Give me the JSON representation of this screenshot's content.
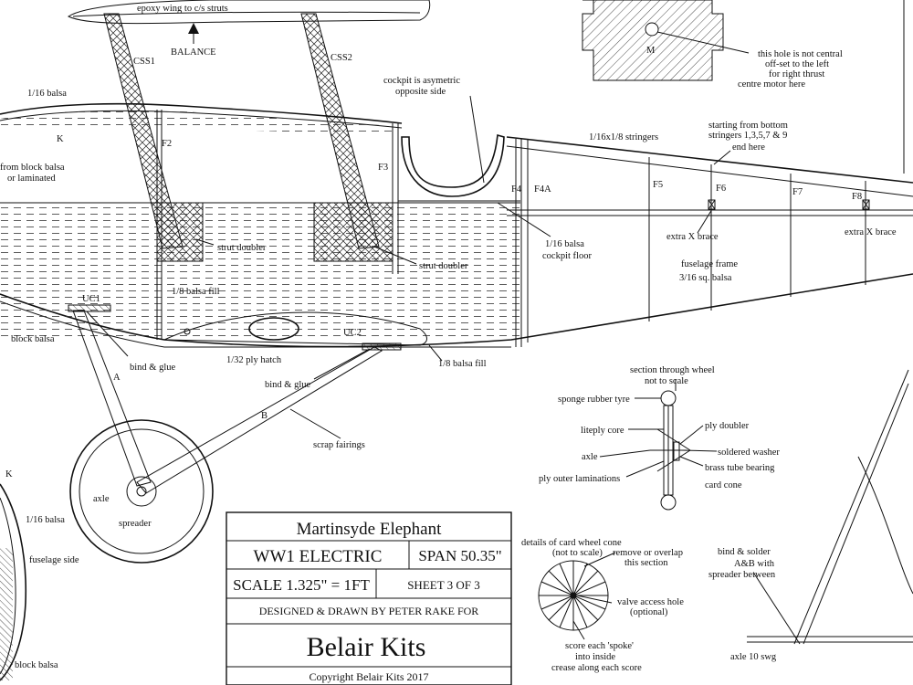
{
  "title_block": {
    "model_name": "Martinsyde Elephant",
    "subtitle": "WW1 ELECTRIC",
    "span": "SPAN 50.35\"",
    "scale": "SCALE 1.325\" = 1FT",
    "sheet": "SHEET 3 OF 3",
    "designer": "DESIGNED & DRAWN BY PETER RAKE FOR",
    "company": "Belair Kits",
    "copyright": "Copyright Belair Kits 2017"
  },
  "labels": {
    "epoxy_wing": "epoxy wing to c/s struts",
    "balance": "BALANCE",
    "css1": "CSS1",
    "css2": "CSS2",
    "balsa_116_top": "1/16 balsa",
    "k_top": "K",
    "block_balsa_1": "from block balsa",
    "block_balsa_2": "or laminated",
    "f2": "F2",
    "f3": "F3",
    "f4": "F4",
    "f4a": "F4A",
    "f5": "F5",
    "f6": "F6",
    "f7": "F7",
    "f8": "F8",
    "cockpit_1": "cockpit is asymetric",
    "cockpit_2": "opposite side",
    "stringers": "1/16x1/8 stringers",
    "starting_1": "starting from bottom",
    "starting_2": "stringers 1,3,5,7 & 9",
    "starting_3": "end here",
    "motor_m": "M",
    "hole_1": "this hole is not central",
    "hole_2": "off-set to the left",
    "hole_3": "for right thrust",
    "hole_4": "centre motor here",
    "strut_doubler_1": "strut doubler",
    "strut_doubler_2": "strut doubler",
    "cockpit_floor_1": "1/16 balsa",
    "cockpit_floor_2": "cockpit floor",
    "extra_x_brace_1": "extra X brace",
    "extra_x_brace_2": "extra X brace",
    "fuselage_frame_1": "fuselage frame",
    "fuselage_frame_2": "3/16 sq. balsa",
    "balsa_fill_18": "1/8 balsa fill",
    "uc1": "UC1",
    "uc2": "UC2",
    "block_balsa_bottom": "block balsa",
    "bind_glue_1": "bind & glue",
    "bind_glue_2": "bind & glue",
    "ply_hatch": "1/32 ply hatch",
    "balsa_fill_18_b": "1/8 balsa fill",
    "strut_a": "A",
    "strut_b": "B",
    "scrap_fairings": "scrap fairings",
    "axle": "axle",
    "spreader": "spreader",
    "k_left": "K",
    "balsa_116_left": "1/16 balsa",
    "fuselage_side": "fuselage side",
    "block_balsa_left": "block balsa",
    "section_1": "section through wheel",
    "section_2": "not to scale",
    "sponge_tyre": "sponge rubber tyre",
    "liteply_core": "liteply core",
    "axle_section": "axle",
    "ply_outer": "ply outer laminations",
    "ply_doubler": "ply doubler",
    "soldered_washer": "soldered washer",
    "brass_tube": "brass tube bearing",
    "card_cone": "card cone",
    "details_1": "details of card wheel cone",
    "details_2": "(not to scale)",
    "remove_1": "remove or overlap",
    "remove_2": "this section",
    "valve_1": "valve access hole",
    "valve_2": "(optional)",
    "score_1": "score each 'spoke'",
    "score_2": "into inside",
    "score_3": "crease along each score",
    "bind_solder_1": "bind & solder",
    "bind_solder_2": "A&B with",
    "bind_solder_3": "spreader between",
    "axle_swg": "axle 10 swg"
  }
}
